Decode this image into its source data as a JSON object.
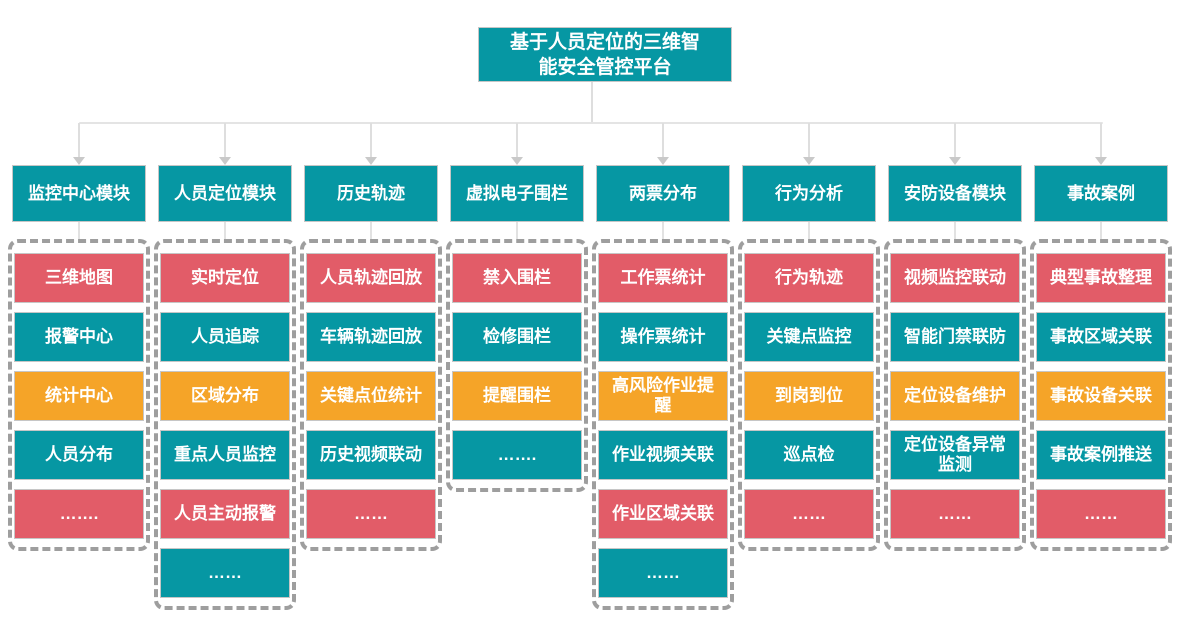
{
  "root": {
    "title": "基于人员定位的三维智能安全管控平台"
  },
  "colors": {
    "teal": "#0697A3",
    "red": "#E25C68",
    "orange": "#F5A428",
    "connector": "#DEDEDE",
    "dashed_border": "#9E9E9E"
  },
  "columns": [
    {
      "header": "监控中心模块",
      "items": [
        {
          "label": "三维地图",
          "color": "red"
        },
        {
          "label": "报警中心",
          "color": "teal"
        },
        {
          "label": "统计中心",
          "color": "orange"
        },
        {
          "label": "人员分布",
          "color": "teal"
        },
        {
          "label": "…….",
          "color": "red"
        }
      ]
    },
    {
      "header": "人员定位模块",
      "items": [
        {
          "label": "实时定位",
          "color": "red"
        },
        {
          "label": "人员追踪",
          "color": "teal"
        },
        {
          "label": "区域分布",
          "color": "orange"
        },
        {
          "label": "重点人员监控",
          "color": "teal"
        },
        {
          "label": "人员主动报警",
          "color": "red"
        },
        {
          "label": "……",
          "color": "teal"
        }
      ]
    },
    {
      "header": "历史轨迹",
      "items": [
        {
          "label": "人员轨迹回放",
          "color": "red"
        },
        {
          "label": "车辆轨迹回放",
          "color": "teal"
        },
        {
          "label": "关键点位统计",
          "color": "orange"
        },
        {
          "label": "历史视频联动",
          "color": "teal"
        },
        {
          "label": "……",
          "color": "red"
        }
      ]
    },
    {
      "header": "虚拟电子围栏",
      "items": [
        {
          "label": "禁入围栏",
          "color": "red"
        },
        {
          "label": "检修围栏",
          "color": "teal"
        },
        {
          "label": "提醒围栏",
          "color": "orange"
        },
        {
          "label": "…….",
          "color": "teal"
        }
      ]
    },
    {
      "header": "两票分布",
      "items": [
        {
          "label": "工作票统计",
          "color": "red"
        },
        {
          "label": "操作票统计",
          "color": "teal"
        },
        {
          "label": "高风险作业提醒",
          "color": "orange"
        },
        {
          "label": "作业视频关联",
          "color": "teal"
        },
        {
          "label": "作业区域关联",
          "color": "red"
        },
        {
          "label": "……",
          "color": "teal"
        }
      ]
    },
    {
      "header": "行为分析",
      "items": [
        {
          "label": "行为轨迹",
          "color": "red"
        },
        {
          "label": "关键点监控",
          "color": "teal"
        },
        {
          "label": "到岗到位",
          "color": "orange"
        },
        {
          "label": "巡点检",
          "color": "teal"
        },
        {
          "label": "……",
          "color": "red"
        }
      ]
    },
    {
      "header": "安防设备模块",
      "items": [
        {
          "label": "视频监控联动",
          "color": "red"
        },
        {
          "label": "智能门禁联防",
          "color": "teal"
        },
        {
          "label": "定位设备维护",
          "color": "orange"
        },
        {
          "label": "定位设备异常监测",
          "color": "teal"
        },
        {
          "label": "……",
          "color": "red"
        }
      ]
    },
    {
      "header": "事故案例",
      "items": [
        {
          "label": "典型事故整理",
          "color": "red"
        },
        {
          "label": "事故区域关联",
          "color": "teal"
        },
        {
          "label": "事故设备关联",
          "color": "orange"
        },
        {
          "label": "事故案例推送",
          "color": "teal"
        },
        {
          "label": "……",
          "color": "red"
        }
      ]
    }
  ]
}
